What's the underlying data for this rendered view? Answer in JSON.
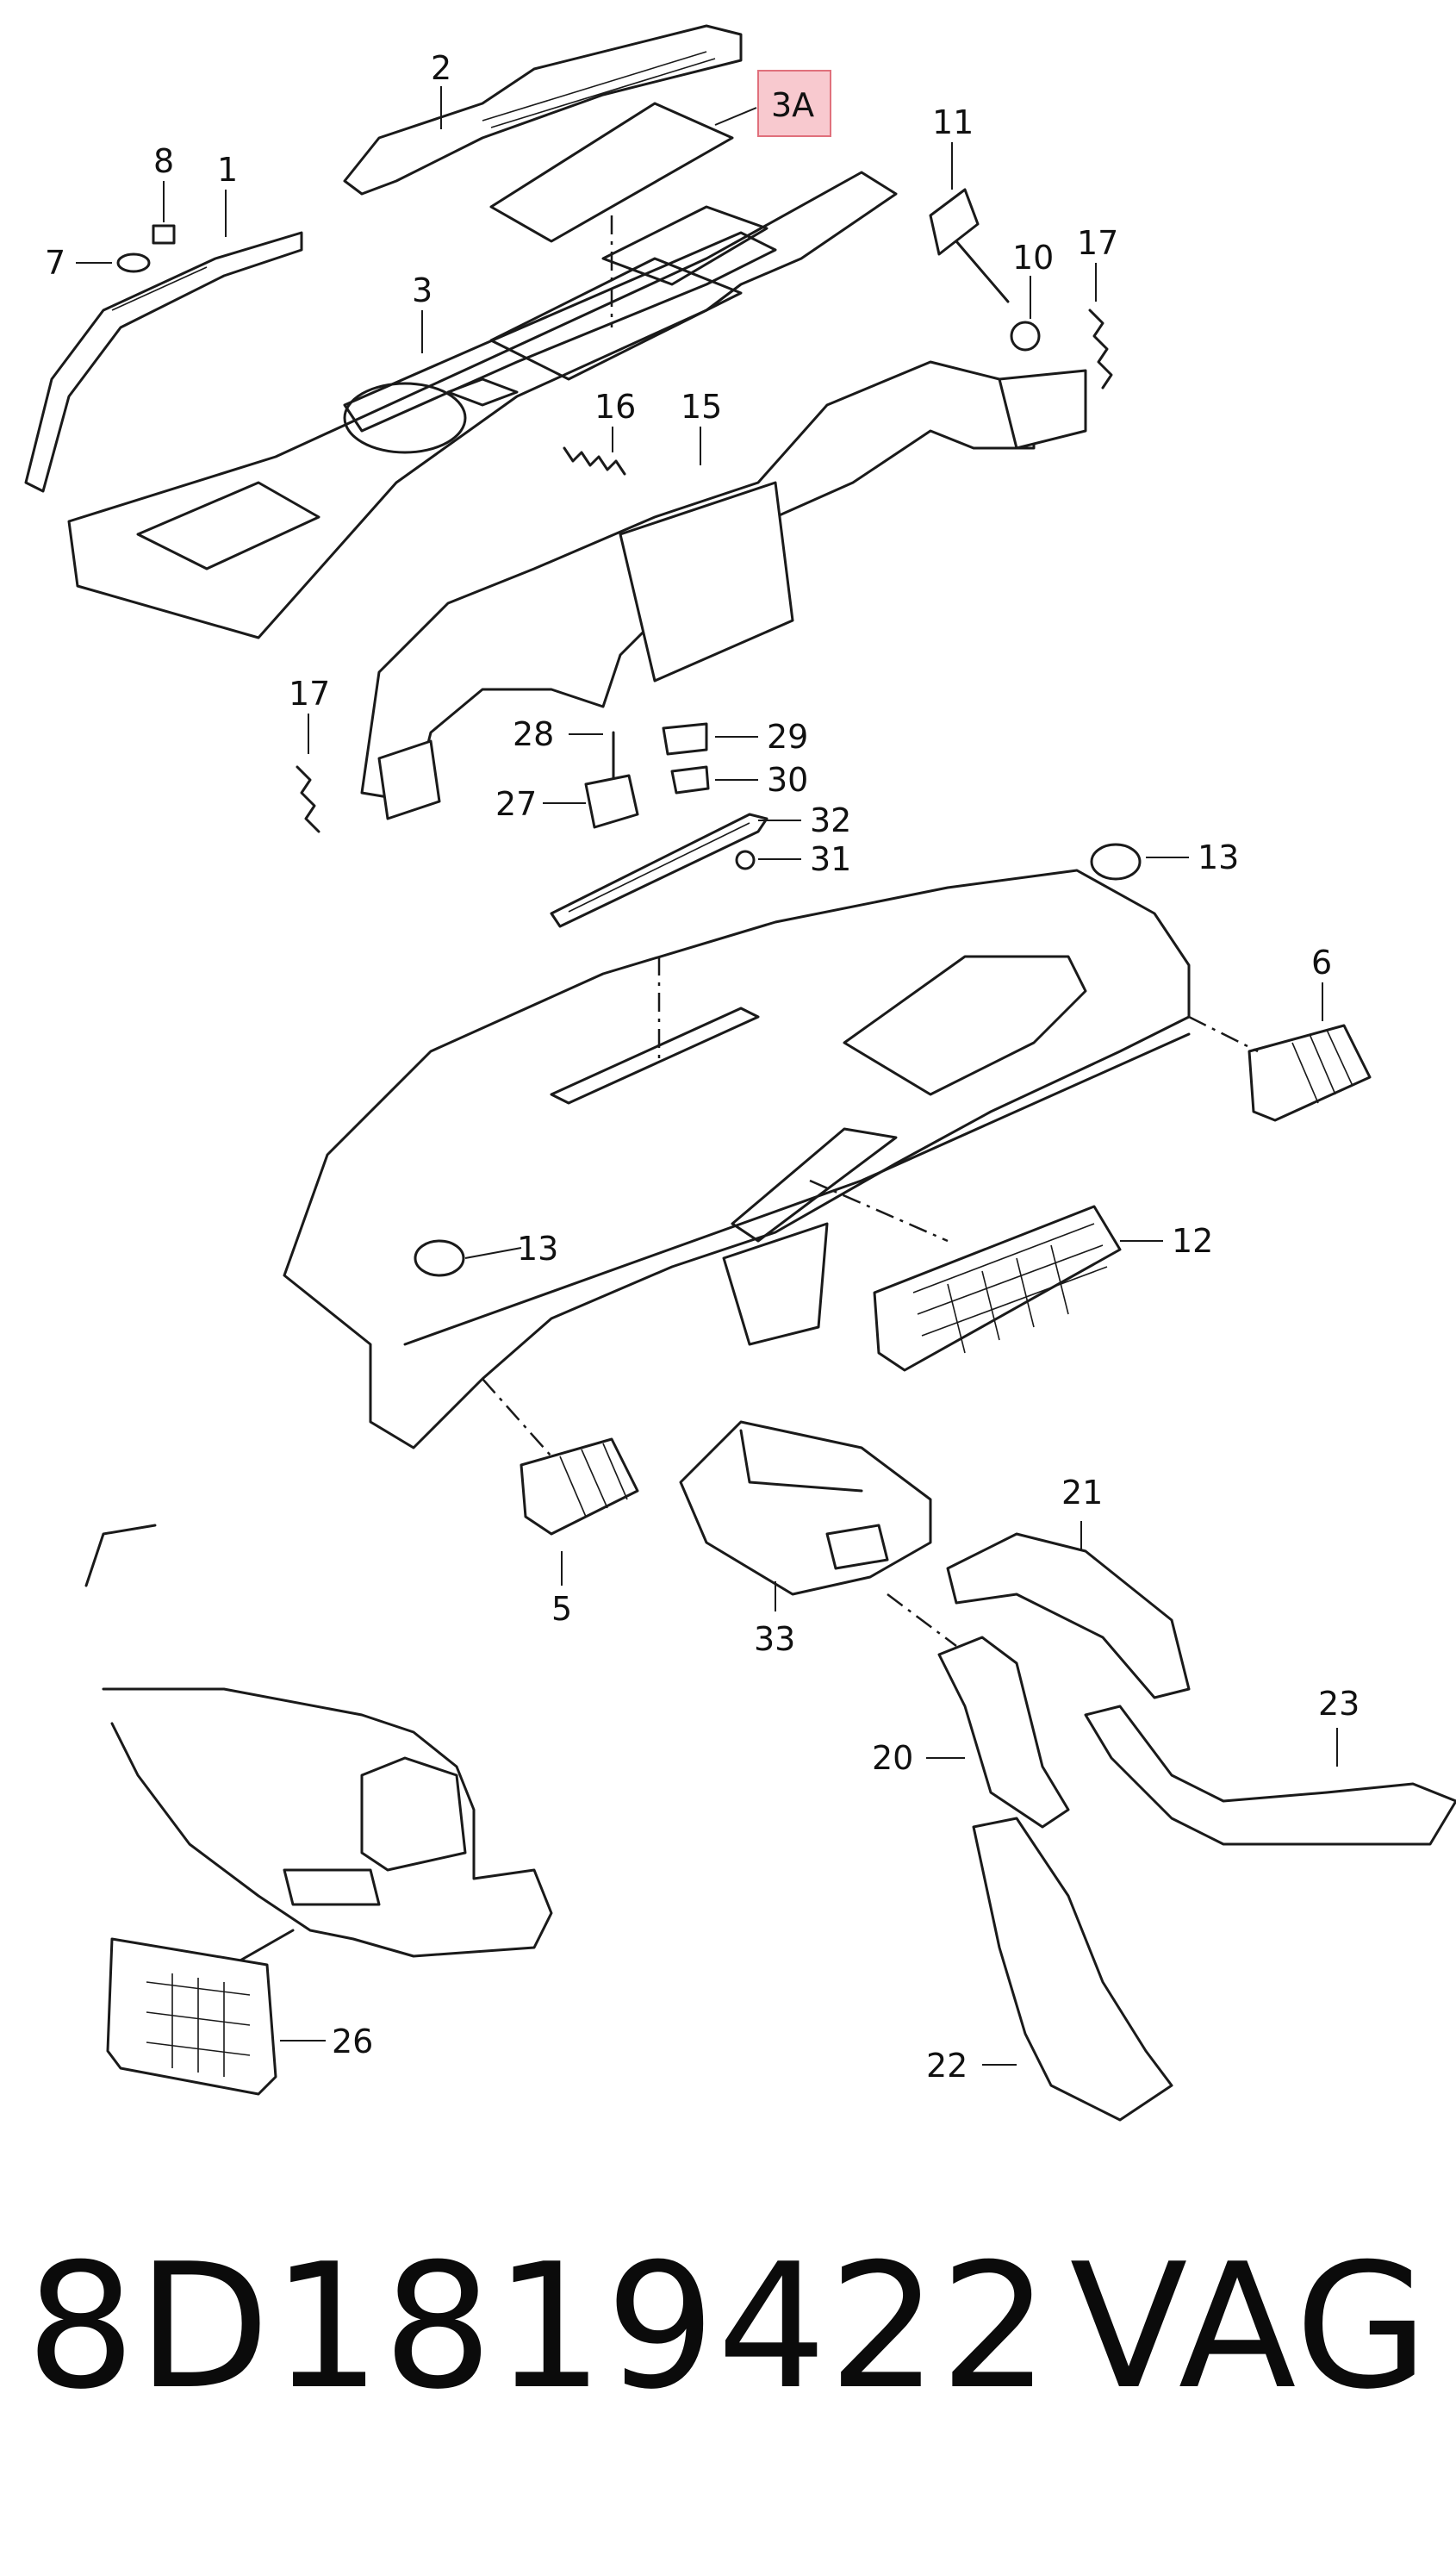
{
  "diagram": {
    "callouts": [
      {
        "id": "c2",
        "label": "2"
      },
      {
        "id": "c3a",
        "label": "3A"
      },
      {
        "id": "c8",
        "label": "8"
      },
      {
        "id": "c1",
        "label": "1"
      },
      {
        "id": "c7",
        "label": "7"
      },
      {
        "id": "c3",
        "label": "3"
      },
      {
        "id": "c11",
        "label": "11"
      },
      {
        "id": "c10",
        "label": "10"
      },
      {
        "id": "c17a",
        "label": "17"
      },
      {
        "id": "c16",
        "label": "16"
      },
      {
        "id": "c15",
        "label": "15"
      },
      {
        "id": "c17b",
        "label": "17"
      },
      {
        "id": "c28",
        "label": "28"
      },
      {
        "id": "c29",
        "label": "29"
      },
      {
        "id": "c30",
        "label": "30"
      },
      {
        "id": "c27",
        "label": "27"
      },
      {
        "id": "c32",
        "label": "32"
      },
      {
        "id": "c31",
        "label": "31"
      },
      {
        "id": "c13a",
        "label": "13"
      },
      {
        "id": "c6",
        "label": "6"
      },
      {
        "id": "c13b",
        "label": "13"
      },
      {
        "id": "c12",
        "label": "12"
      },
      {
        "id": "c5",
        "label": "5"
      },
      {
        "id": "c33",
        "label": "33"
      },
      {
        "id": "c21",
        "label": "21"
      },
      {
        "id": "c23",
        "label": "23"
      },
      {
        "id": "c20",
        "label": "20"
      },
      {
        "id": "c26",
        "label": "26"
      },
      {
        "id": "c22",
        "label": "22"
      }
    ],
    "highlight_color": "#f8c9cf",
    "highlight_border": "#e0707c"
  },
  "footer": {
    "part_number": "8D1819422",
    "brand": "VAG"
  }
}
